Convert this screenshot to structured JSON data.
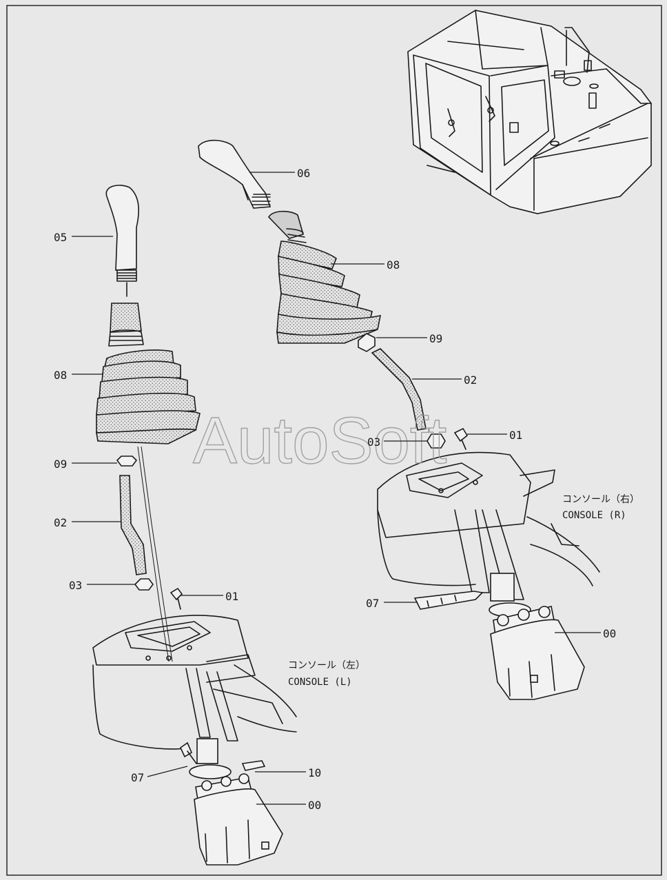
{
  "watermark": "AutoSoft",
  "captions": {
    "console_r_jp": "コンソール（右）",
    "console_r_en": "CONSOLE (R)",
    "console_l_jp": "コンソール（左）",
    "console_l_en": "CONSOLE (L)"
  },
  "left_assembly": {
    "callouts": [
      "05",
      "08",
      "09",
      "02",
      "03",
      "01",
      "07",
      "10",
      "00"
    ]
  },
  "right_assembly": {
    "callouts": [
      "06",
      "08",
      "09",
      "02",
      "03",
      "01",
      "07",
      "00"
    ]
  }
}
